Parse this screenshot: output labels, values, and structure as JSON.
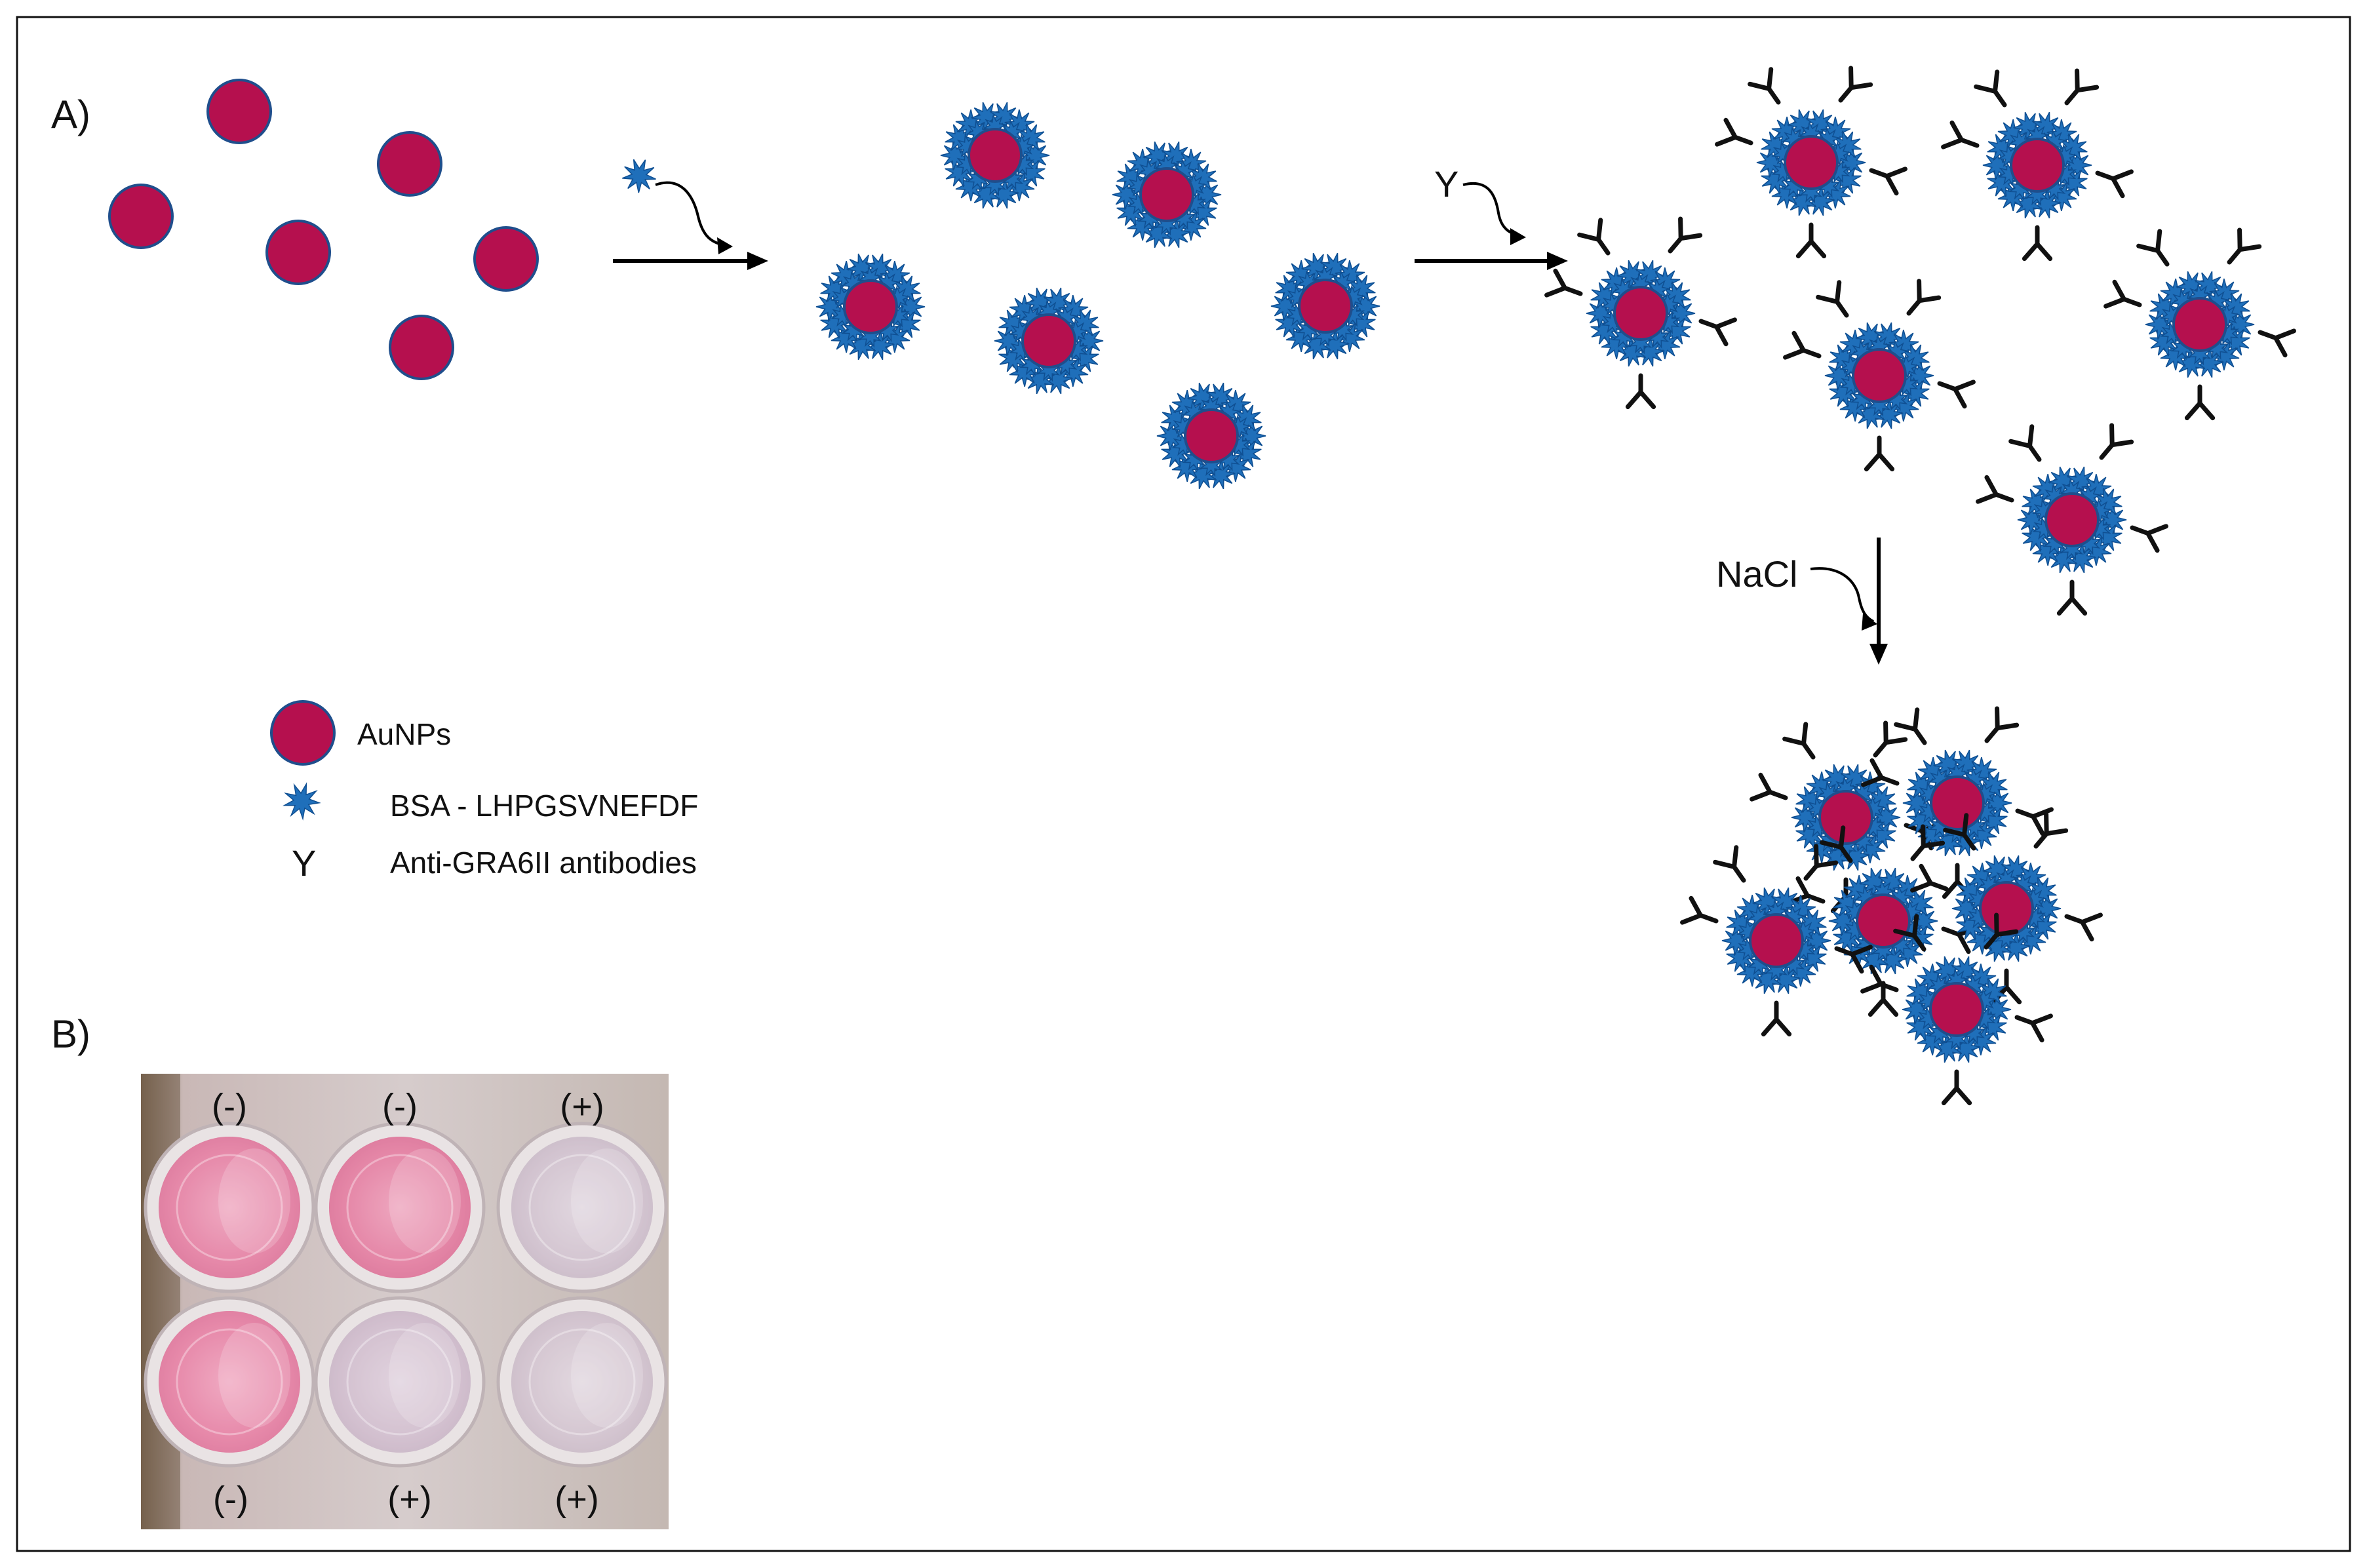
{
  "panels": {
    "a_label": "A)",
    "b_label": "B)"
  },
  "reagents": {
    "antibody_symbol": "Y",
    "salt": "NaCl"
  },
  "legend": {
    "aunp": "AuNPs",
    "bsa": "BSA - LHPGSVNEFDF",
    "antibody_symbol": "Y",
    "antibody": "Anti-GRA6II antibodies"
  },
  "plate": {
    "top_labels": [
      "(-)",
      "(-)",
      "(+)"
    ],
    "bottom_labels": [
      "(-)",
      "(+)",
      "(+)"
    ],
    "well_colors": [
      [
        "#e98fae",
        "#e68aa9",
        "#d8cbd6"
      ],
      [
        "#ea92b1",
        "#d7c1d3",
        "#d9cdd8"
      ]
    ]
  },
  "colors": {
    "aunp_fill": "#b5104e",
    "aunp_stroke": "#1f4e8c",
    "bsa": "#1f6fba",
    "bsa_dark": "#0f4f92",
    "antibody": "#111111",
    "arrow": "#000000"
  }
}
